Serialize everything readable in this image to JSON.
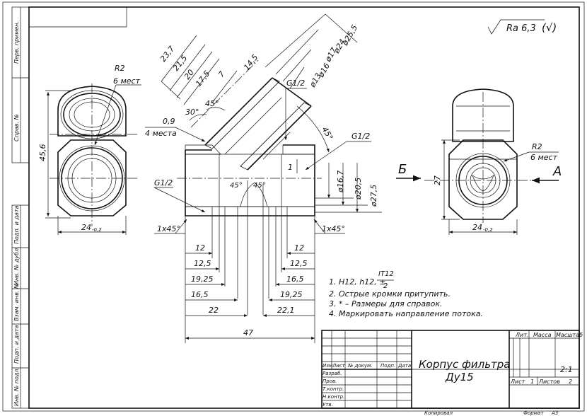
{
  "roughness": "Ra 6,3",
  "roughness_suffix": "(√)",
  "side_strip": [
    "Перв. примен.",
    "Справ. №",
    "Подп. и дата",
    "Инв. № дубл.",
    "Взам. инв. №",
    "Подп. и дата",
    "Инв. № подл."
  ],
  "left_view": {
    "r_label": "R2",
    "r_count": "6 мест",
    "height": "45,6",
    "width": "24",
    "width_tol": "-0,2"
  },
  "right_view": {
    "r_label": "R2",
    "r_count": "6 мест",
    "height": "27",
    "width": "24",
    "width_tol": "-0,2",
    "view_a": "А",
    "view_b": "Б"
  },
  "main_view": {
    "diag_dims": [
      "23,7",
      "21,5",
      "20",
      "17,5",
      "7",
      "14,5"
    ],
    "diag_diams": [
      "ø25,5",
      "ø24",
      "ø17",
      "ø16",
      "ø13"
    ],
    "angle_30": "30°",
    "angle_45a": "45°",
    "angle_45b": "45°",
    "angle_45c": "45°",
    "angle_45d": "45°",
    "thread_top": "G1/2",
    "thread_right": "G1/2",
    "thread_left": "G1/2",
    "chamfer_small": "0,9",
    "chamfer_count": "4 места",
    "chamfer_left": "1x45°",
    "chamfer_right": "1x45°",
    "dim_1": "1",
    "dims_right_diam": [
      "ø16,7",
      "ø20,5",
      "ø27,5"
    ],
    "bottom_left": [
      "12",
      "12,5",
      "19,25",
      "16,5",
      "22"
    ],
    "bottom_right": [
      "12",
      "12,5",
      "16,5",
      "19,25",
      "22,1"
    ],
    "overall": "47"
  },
  "notes": {
    "n1_prefix": "1. H12, h12, ±",
    "n1_num": "IT12",
    "n1_den": "2",
    "n2": "2. Острые кромки притупить.",
    "n3": "3. * – Размеры для справок.",
    "n4": "4. Маркировать направление потока."
  },
  "title_block": {
    "name_line1": "Корпус фильтра",
    "name_line2": "Ду15",
    "lit": "Лит.",
    "mass": "Масса",
    "scale": "Масштаб",
    "scale_value": "2:1",
    "sheet": "Лист",
    "sheet_value": "1",
    "sheets": "Листов",
    "sheets_value": "2",
    "col_izm": "Изм",
    "col_list": "Лист",
    "col_doc": "№ докум.",
    "col_sign": "Подп.",
    "col_date": "Дата",
    "row_razrab": "Разраб.",
    "row_prov": "Пров.",
    "row_tkontr": "Т.контр.",
    "row_nkontr": "Н.контр.",
    "row_utv": "Утв.",
    "copied": "Копировал",
    "format": "Формат",
    "format_value": "А3"
  }
}
